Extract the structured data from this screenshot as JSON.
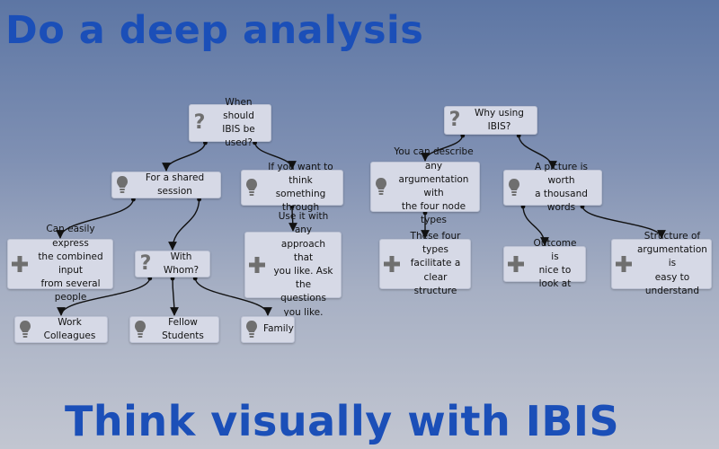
{
  "headline_top": "Do a deep analysis",
  "headline_bottom": "Think visually with IBIS",
  "colors": {
    "headline": "#1b4fb8",
    "node_bg": "#d6d9e6",
    "icon_gray": "#6f6f6f",
    "edge": "#111111"
  },
  "nodes": [
    {
      "id": "when-ibis",
      "icon": "question-icon",
      "text": "When should\nIBIS be used?"
    },
    {
      "id": "shared-session",
      "icon": "lightbulb-icon",
      "text": "For a shared session"
    },
    {
      "id": "think-through",
      "icon": "lightbulb-icon",
      "text": "If you want to think\nsomething through"
    },
    {
      "id": "express-input",
      "icon": "plus-icon",
      "text": "Can easily express\nthe combined input\nfrom several people"
    },
    {
      "id": "with-whom",
      "icon": "question-icon",
      "text": "With Whom?"
    },
    {
      "id": "any-approach",
      "icon": "plus-icon",
      "text": "Use it with any\napproach that\nyou like. Ask the\nquestions you like."
    },
    {
      "id": "work-colleagues",
      "icon": "lightbulb-icon",
      "text": "Work Colleagues"
    },
    {
      "id": "fellow-students",
      "icon": "lightbulb-icon",
      "text": "Fellow Students"
    },
    {
      "id": "family",
      "icon": "lightbulb-icon",
      "text": "Family"
    },
    {
      "id": "why-ibis",
      "icon": "question-icon",
      "text": "Why using IBIS?"
    },
    {
      "id": "describe-argumentation",
      "icon": "lightbulb-icon",
      "text": "You can describe any\nargumentation with\nthe four node types"
    },
    {
      "id": "picture-worth",
      "icon": "lightbulb-icon",
      "text": "A picture is worth\na thousand words"
    },
    {
      "id": "four-types",
      "icon": "plus-icon",
      "text": "These four types\nfacilitate a\nclear structure"
    },
    {
      "id": "outcome-nice",
      "icon": "plus-icon",
      "text": "Outcome is\nnice to look at"
    },
    {
      "id": "structure-easy",
      "icon": "plus-icon",
      "text": "Structure of\nargumentation is\neasy to understand"
    }
  ],
  "edges": [
    {
      "from": "when-ibis",
      "to": "shared-session"
    },
    {
      "from": "when-ibis",
      "to": "think-through"
    },
    {
      "from": "shared-session",
      "to": "express-input"
    },
    {
      "from": "shared-session",
      "to": "with-whom"
    },
    {
      "from": "think-through",
      "to": "any-approach"
    },
    {
      "from": "with-whom",
      "to": "work-colleagues"
    },
    {
      "from": "with-whom",
      "to": "fellow-students"
    },
    {
      "from": "with-whom",
      "to": "family"
    },
    {
      "from": "why-ibis",
      "to": "describe-argumentation"
    },
    {
      "from": "why-ibis",
      "to": "picture-worth"
    },
    {
      "from": "describe-argumentation",
      "to": "four-types"
    },
    {
      "from": "picture-worth",
      "to": "outcome-nice"
    },
    {
      "from": "picture-worth",
      "to": "structure-easy"
    }
  ]
}
